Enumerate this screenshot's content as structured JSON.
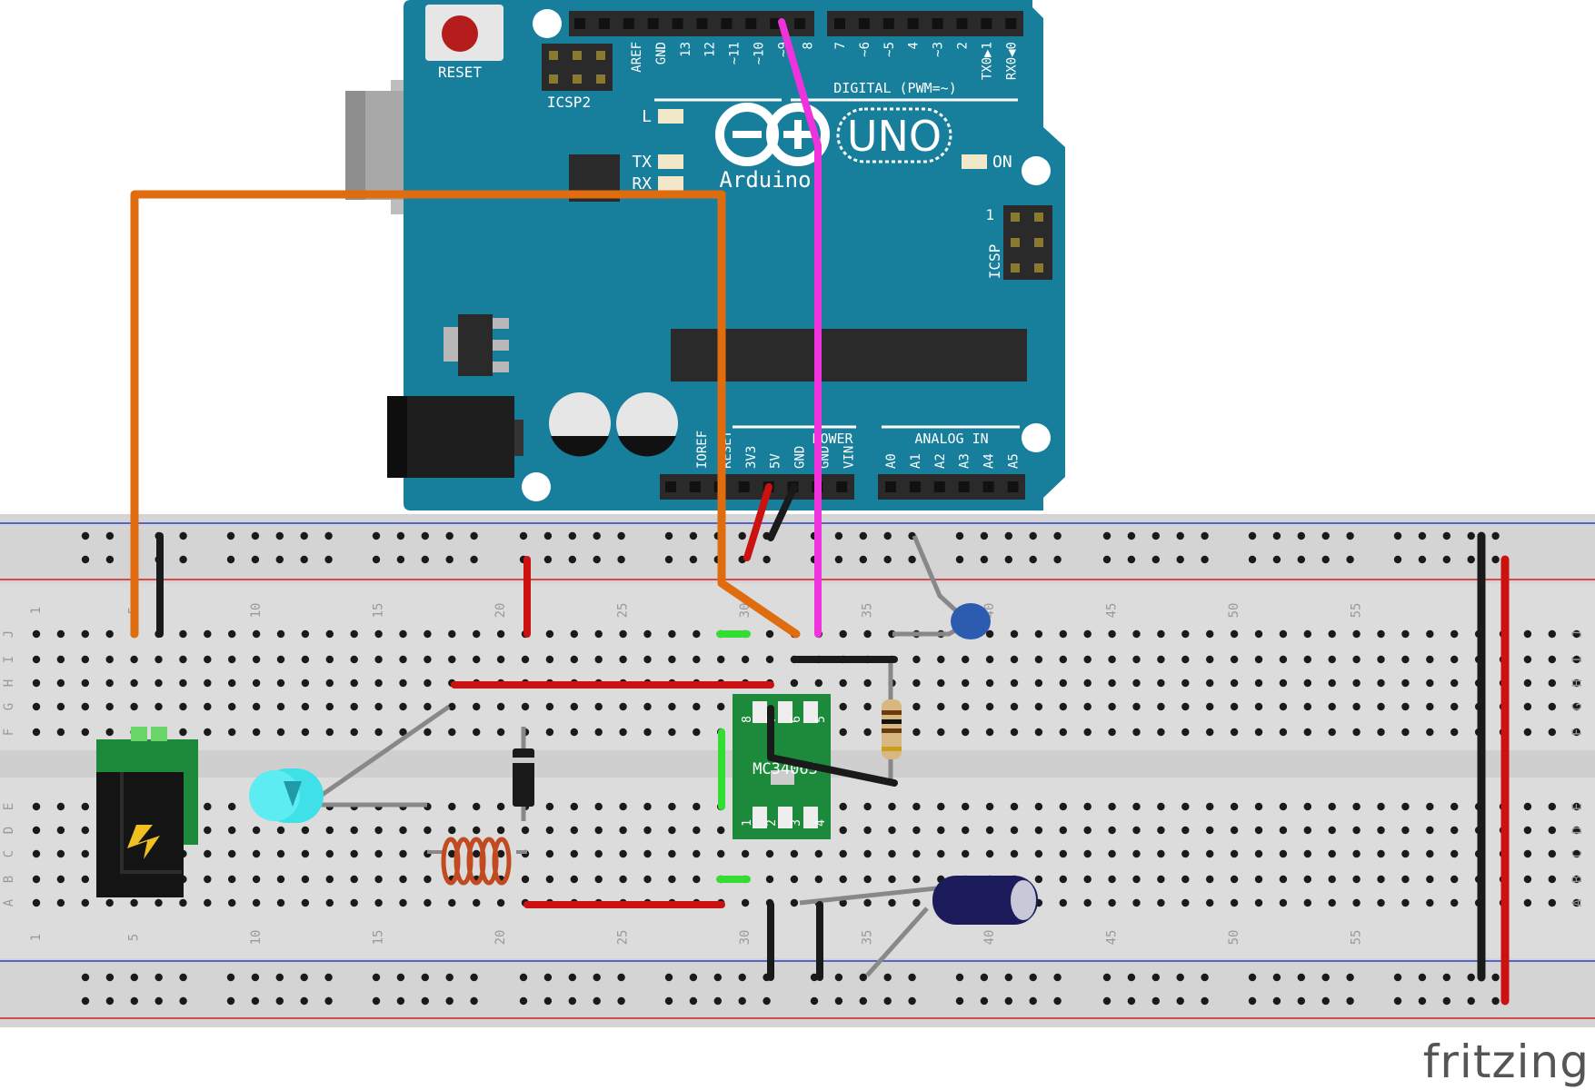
{
  "arduino": {
    "reset_label": "RESET",
    "icsp2_label": "ICSP2",
    "icsp_label": "ICSP",
    "icsp_pin1": "1",
    "led_l": "L",
    "led_tx": "TX",
    "led_rx": "RX",
    "on_label": "ON",
    "logo_text": "Arduino",
    "uno_text": "UNO",
    "digital_title": "DIGITAL (PWM=~)",
    "power_title": "POWER",
    "analog_title": "ANALOG IN",
    "digital_pins_left": [
      "AREF",
      "GND",
      "13",
      "12",
      "~11",
      "~10",
      "~9",
      "8"
    ],
    "digital_pins_right": [
      "7",
      "~6",
      "~5",
      "4",
      "~3",
      "2",
      "TX0▶1",
      "RX0◀0"
    ],
    "power_pins": [
      "IOREF",
      "RESET",
      "3V3",
      "5V",
      "GND",
      "GND",
      "VIN"
    ],
    "analog_pins": [
      "A0",
      "A1",
      "A2",
      "A3",
      "A4",
      "A5"
    ]
  },
  "breadboard": {
    "column_numbers": [
      "1",
      "5",
      "10",
      "15",
      "20",
      "25",
      "30",
      "35",
      "40",
      "45",
      "50",
      "55"
    ],
    "row_letters_top": [
      "J",
      "I",
      "H",
      "G",
      "F"
    ],
    "row_letters_bottom": [
      "E",
      "D",
      "C",
      "B",
      "A"
    ]
  },
  "chip_label": "MC34063",
  "chip_pins_top": [
    "8",
    "7",
    "6",
    "5"
  ],
  "chip_pins_bottom": [
    "1",
    "2",
    "3",
    "4"
  ],
  "brand": "fritzing",
  "colors": {
    "arduino_board": "#177e9c",
    "breadboard": "#dcdcdc",
    "wire_orange": "#e06c10",
    "wire_magenta": "#ee33dd",
    "wire_red": "#cc1111",
    "wire_black": "#1a1a1a",
    "wire_green": "#33dd33",
    "chip_pcb": "#1c8a3a",
    "led": "#40e0e8",
    "inductor": "#c24a20",
    "capacitor_electrolytic": "#1c1c5c",
    "capacitor_ceramic": "#2c5cb0"
  }
}
